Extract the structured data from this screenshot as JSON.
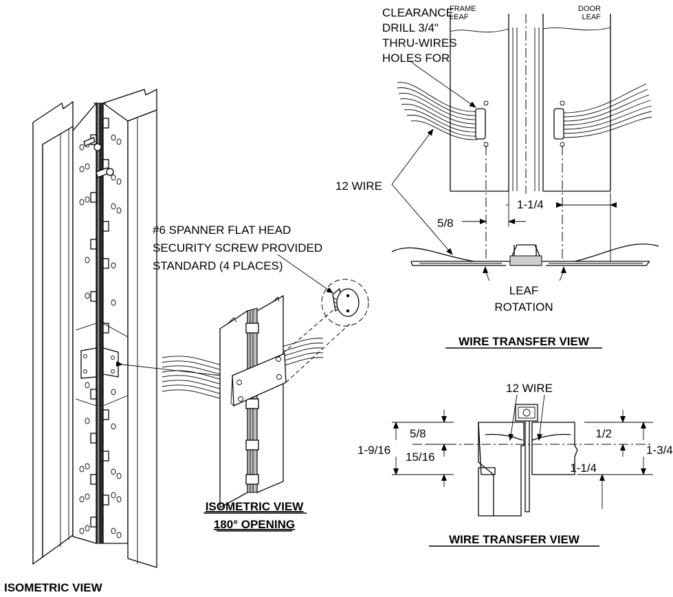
{
  "labels": {
    "clearance_line1": "CLEARANCE",
    "clearance_line2": "DRILL 3/4\"",
    "clearance_line3": "THRU-WIRES",
    "clearance_line4": "HOLES FOR",
    "frame_leaf_1": "FRAME",
    "frame_leaf_2": "LEAF",
    "door_leaf_1": "DOOR",
    "door_leaf_2": "LEAF",
    "twelve_wire_top": "12 WIRE",
    "dim_5_8_top": "5/8",
    "dim_1_1_4_top": "1-1/4",
    "leaf_rotation_1": "LEAF",
    "leaf_rotation_2": "ROTATION",
    "wire_transfer_view_top": "WIRE TRANSFER VIEW",
    "screw_line1": "#6 SPANNER FLAT HEAD",
    "screw_line2": "SECURITY SCREW PROVIDED",
    "screw_line3": "STANDARD (4 PLACES)",
    "iso_180_line1": "ISOMETRIC VIEW",
    "iso_180_line2": "180° OPENING",
    "twelve_wire_bottom": "12 WIRE",
    "dim_5_8_bottom": "5/8",
    "dim_1_9_16": "1-9/16",
    "dim_15_16": "15/16",
    "dim_1_2": "1/2",
    "dim_1_3_4": "1-3/4",
    "dim_1_1_4_bottom": "1-1/4",
    "wire_transfer_view_bottom": "WIRE TRANSFER VIEW",
    "isometric_view": "ISOMETRIC VIEW"
  }
}
